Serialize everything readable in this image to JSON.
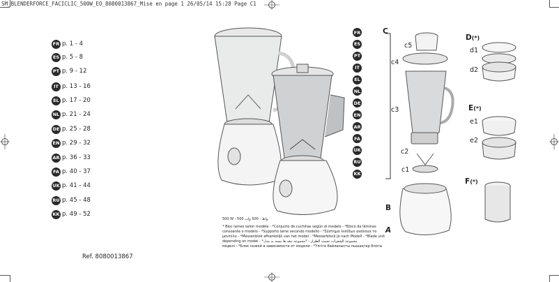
{
  "header": "SM_BLENDERFORCE_FACICLIC_500W_EO_8080013867_Mise en page 1 26/05/14 15:28 Page C1",
  "languages": [
    {
      "code": "FR",
      "pages": "p. 1 - 4"
    },
    {
      "code": "ES",
      "pages": "p. 5 - 8"
    },
    {
      "code": "PT",
      "pages": "p. 9 - 12"
    },
    {
      "code": "IT",
      "pages": "p. 13 - 16"
    },
    {
      "code": "EL",
      "pages": "p. 17 - 20"
    },
    {
      "code": "NL",
      "pages": "p. 21 - 24"
    },
    {
      "code": "DE",
      "pages": "p. 25 - 28"
    },
    {
      "code": "EN",
      "pages": "p. 29 - 32"
    },
    {
      "code": "AR",
      "pages": "p. 36 - 33"
    },
    {
      "code": "FA",
      "pages": "p. 40 - 37"
    },
    {
      "code": "UK",
      "pages": "p. 41 - 44"
    },
    {
      "code": "RU",
      "pages": "p. 45 - 48"
    },
    {
      "code": "KK",
      "pages": "p. 49 - 52"
    }
  ],
  "ref": "Ref. 8080013867",
  "power": "500 W - 500 واط - 500 وات",
  "notes": [
    "* Bloc lames selon modèle - *Conjunto de cuchillas según el modelo - *Bloco de lâminas",
    "consoante o modelo - *Supporto lame secondo modello - *Σύστημα λεπίδων ανάλογα το",
    "μοντέλο - *Messenblok afhankelijk van het model - *Messerblock je nach Modell - *Blade unit",
    "depending on model - *مجموعة الشفرات حسب الطراز - *مجموعه تیغه ها بسته به مدل",
    "моделі - *Блок ножей в зависимости от модели - *Үлгіге байланысты пышақтар блогы"
  ],
  "part_labels": {
    "c": "C",
    "c1": "c1",
    "c2": "c2",
    "c3": "c3",
    "c4": "c4",
    "c5": "c5",
    "b": "B",
    "a": "A",
    "d": "D",
    "d_star": "(*)",
    "d1": "d1",
    "d2": "d2",
    "e": "E",
    "e_star": "(*)",
    "e1": "e1",
    "e2": "e2",
    "f": "F",
    "f_star": "(*)"
  }
}
